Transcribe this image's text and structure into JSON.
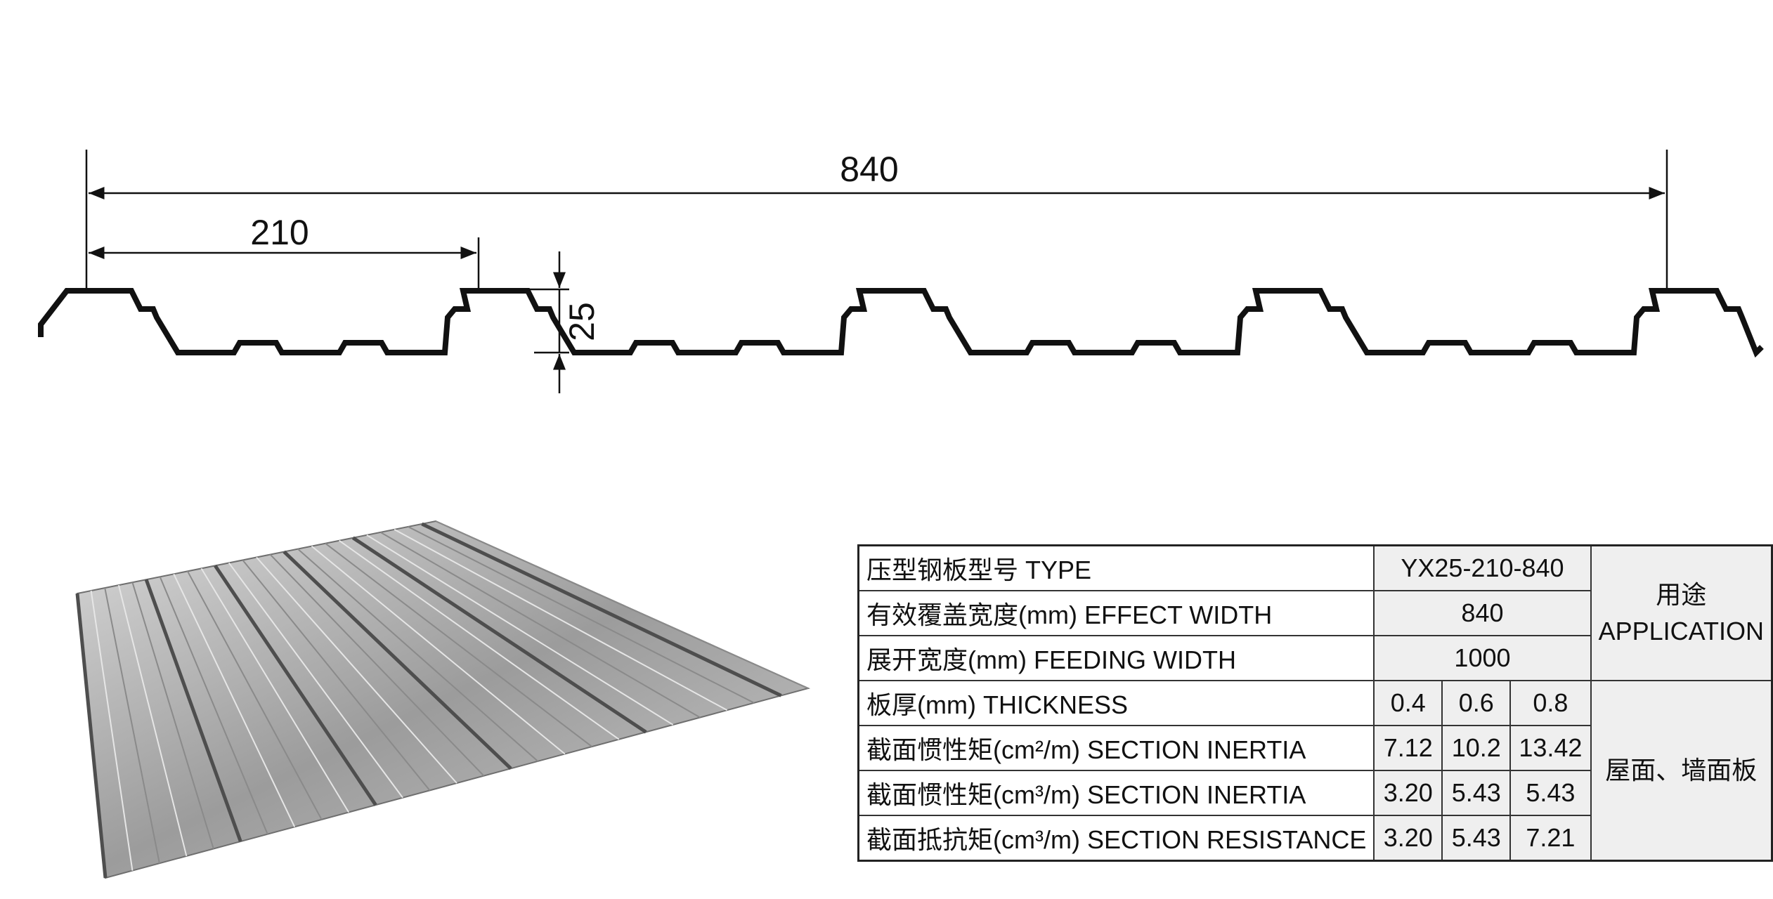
{
  "profile": {
    "dim_overall": "840",
    "dim_pitch": "210",
    "dim_height": "25",
    "line_color": "#111111"
  },
  "sheet_illustration": {
    "icon": "corrugated-steel-sheet",
    "color": "#9a9a9a"
  },
  "spec_table": {
    "type_label": "压型钢板型号 TYPE",
    "type_value": "YX25-210-840",
    "effect_width_label": "有效覆盖宽度(mm) EFFECT WIDTH",
    "effect_width_value": "840",
    "feeding_width_label": "展开宽度(mm) FEEDING WIDTH",
    "feeding_width_value": "1000",
    "application_label_cn": "用途",
    "application_label_en": "APPLICATION",
    "thickness_label": "板厚(mm) THICKNESS",
    "thickness_values": [
      "0.4",
      "0.6",
      "0.8"
    ],
    "inertia_label_1": "截面惯性矩(cm²/m) SECTION INERTIA",
    "inertia_values_1": [
      "7.12",
      "10.2",
      "13.42"
    ],
    "inertia_label_2": "截面惯性矩(cm³/m) SECTION INERTIA",
    "inertia_values_2": [
      "3.20",
      "5.43",
      "5.43"
    ],
    "resistance_label": "截面抵抗矩(cm³/m) SECTION RESISTANCE",
    "resistance_values": [
      "3.20",
      "5.43",
      "7.21"
    ],
    "application_value": "屋面、墙面板"
  }
}
